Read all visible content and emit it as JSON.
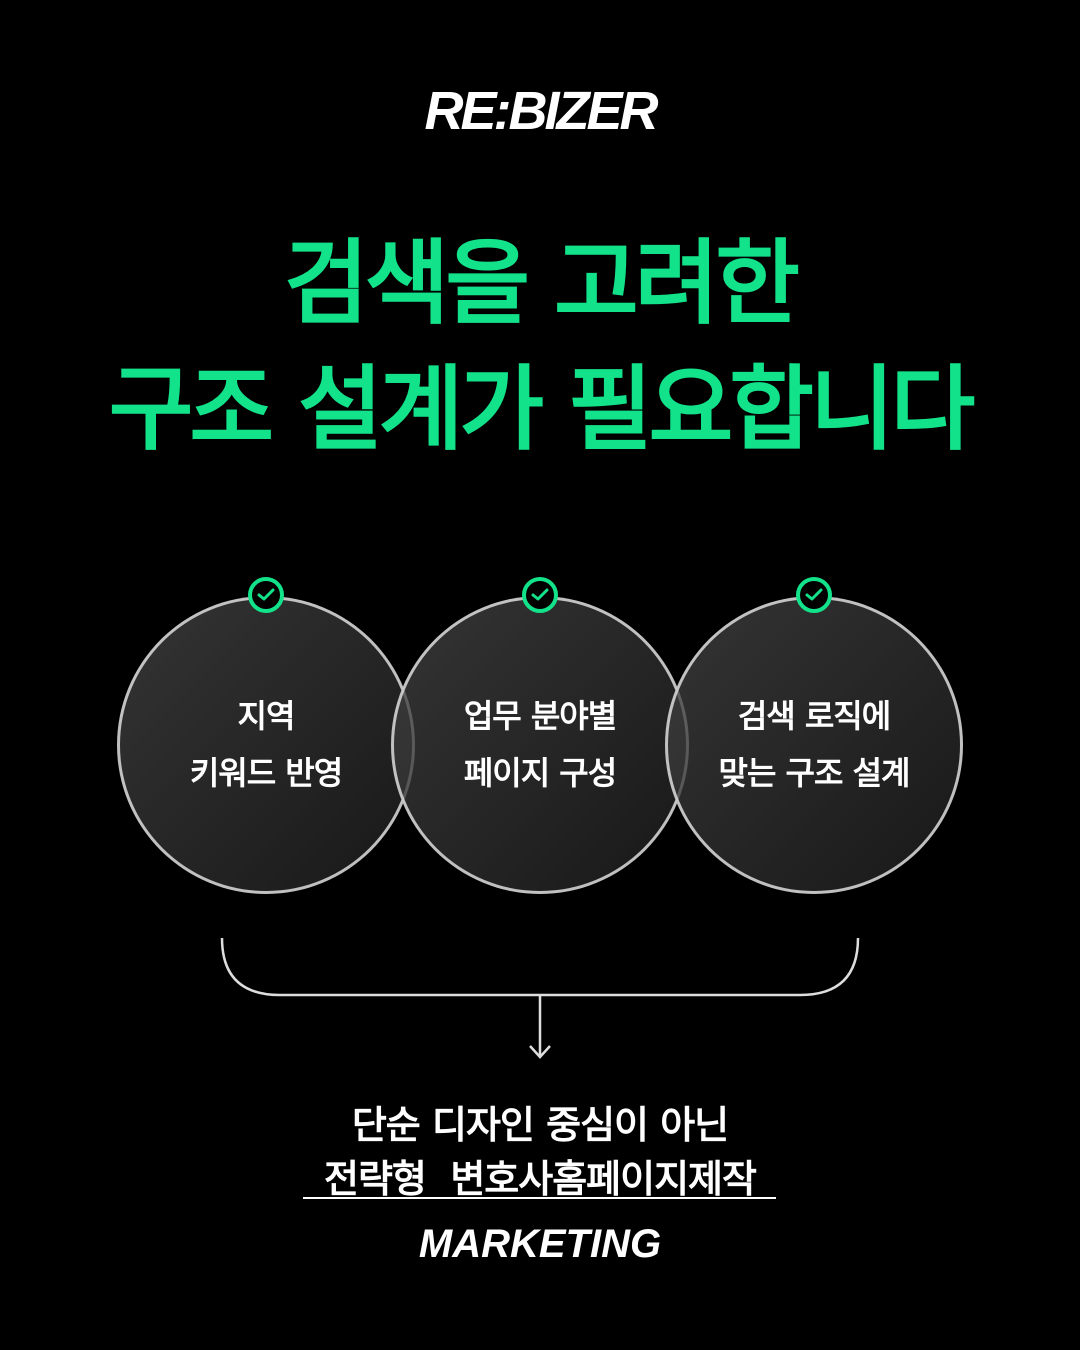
{
  "logo": "RE:BIZER",
  "headline": {
    "line1": "검색을 고려한",
    "line2": "구조 설계가 필요합니다"
  },
  "circles": [
    {
      "line1": "지역",
      "line2": "키워드 반영",
      "icon": "check-icon"
    },
    {
      "line1": "업무 분야별",
      "line2": "페이지 구성",
      "icon": "check-icon"
    },
    {
      "line1": "검색 로직에",
      "line2": "맞는 구조 설계",
      "icon": "check-icon"
    }
  ],
  "conclusion": {
    "line1": "단순 디자인 중심이 아닌",
    "line2": "전략형  변호사홈페이지제작"
  },
  "tag": "MARKETING",
  "colors": {
    "accent": "#12e38a",
    "background": "#000000"
  }
}
